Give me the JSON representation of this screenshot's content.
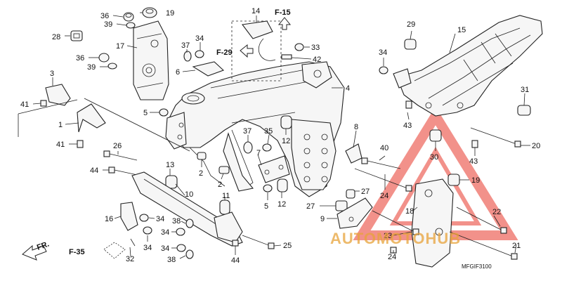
{
  "callouts": [
    {
      "id": "36a",
      "text": "36"
    },
    {
      "id": "19",
      "text": "19"
    },
    {
      "id": "39a",
      "text": "39"
    },
    {
      "id": "28",
      "text": "28"
    },
    {
      "id": "17",
      "text": "17"
    },
    {
      "id": "36b",
      "text": "36"
    },
    {
      "id": "39b",
      "text": "39"
    },
    {
      "id": "3",
      "text": "3"
    },
    {
      "id": "41a",
      "text": "41"
    },
    {
      "id": "1",
      "text": "1"
    },
    {
      "id": "41b",
      "text": "41"
    },
    {
      "id": "14",
      "text": "14"
    },
    {
      "id": "34a",
      "text": "34"
    },
    {
      "id": "37a",
      "text": "37"
    },
    {
      "id": "6",
      "text": "6"
    },
    {
      "id": "33",
      "text": "33"
    },
    {
      "id": "42",
      "text": "42"
    },
    {
      "id": "4",
      "text": "4"
    },
    {
      "id": "5a",
      "text": "5"
    },
    {
      "id": "2a",
      "text": "2"
    },
    {
      "id": "2b",
      "text": "2"
    },
    {
      "id": "37b",
      "text": "37"
    },
    {
      "id": "35",
      "text": "35"
    },
    {
      "id": "7",
      "text": "7"
    },
    {
      "id": "12a",
      "text": "12"
    },
    {
      "id": "12b",
      "text": "12"
    },
    {
      "id": "8",
      "text": "8"
    },
    {
      "id": "11",
      "text": "11"
    },
    {
      "id": "5b",
      "text": "5"
    },
    {
      "id": "27a",
      "text": "27"
    },
    {
      "id": "27b",
      "text": "27"
    },
    {
      "id": "9",
      "text": "9"
    },
    {
      "id": "26",
      "text": "26"
    },
    {
      "id": "44a",
      "text": "44"
    },
    {
      "id": "13",
      "text": "13"
    },
    {
      "id": "10",
      "text": "10"
    },
    {
      "id": "16",
      "text": "16"
    },
    {
      "id": "34b",
      "text": "34"
    },
    {
      "id": "34c",
      "text": "34"
    },
    {
      "id": "34d",
      "text": "34"
    },
    {
      "id": "34e",
      "text": "34"
    },
    {
      "id": "38a",
      "text": "38"
    },
    {
      "id": "38b",
      "text": "38"
    },
    {
      "id": "32",
      "text": "32"
    },
    {
      "id": "44b",
      "text": "44"
    },
    {
      "id": "25",
      "text": "25"
    },
    {
      "id": "29",
      "text": "29"
    },
    {
      "id": "15",
      "text": "15"
    },
    {
      "id": "34f",
      "text": "34"
    },
    {
      "id": "31",
      "text": "31"
    },
    {
      "id": "43a",
      "text": "43"
    },
    {
      "id": "30",
      "text": "30"
    },
    {
      "id": "43b",
      "text": "43"
    },
    {
      "id": "20",
      "text": "20"
    },
    {
      "id": "40",
      "text": "40"
    },
    {
      "id": "24a",
      "text": "24"
    },
    {
      "id": "19b",
      "text": "19"
    },
    {
      "id": "18",
      "text": "18"
    },
    {
      "id": "22",
      "text": "22"
    },
    {
      "id": "23",
      "text": "23"
    },
    {
      "id": "21",
      "text": "21"
    },
    {
      "id": "24b",
      "text": "24"
    }
  ],
  "references": {
    "f15": "F-15",
    "f29": "F-29",
    "f35": "F-35",
    "fr": "FR."
  },
  "diagram_code": "MFGIF3100",
  "watermark": {
    "text": "AUTOMOTOHUB",
    "accent_color": "#e8392c",
    "gold_color": "#e8a33a"
  }
}
